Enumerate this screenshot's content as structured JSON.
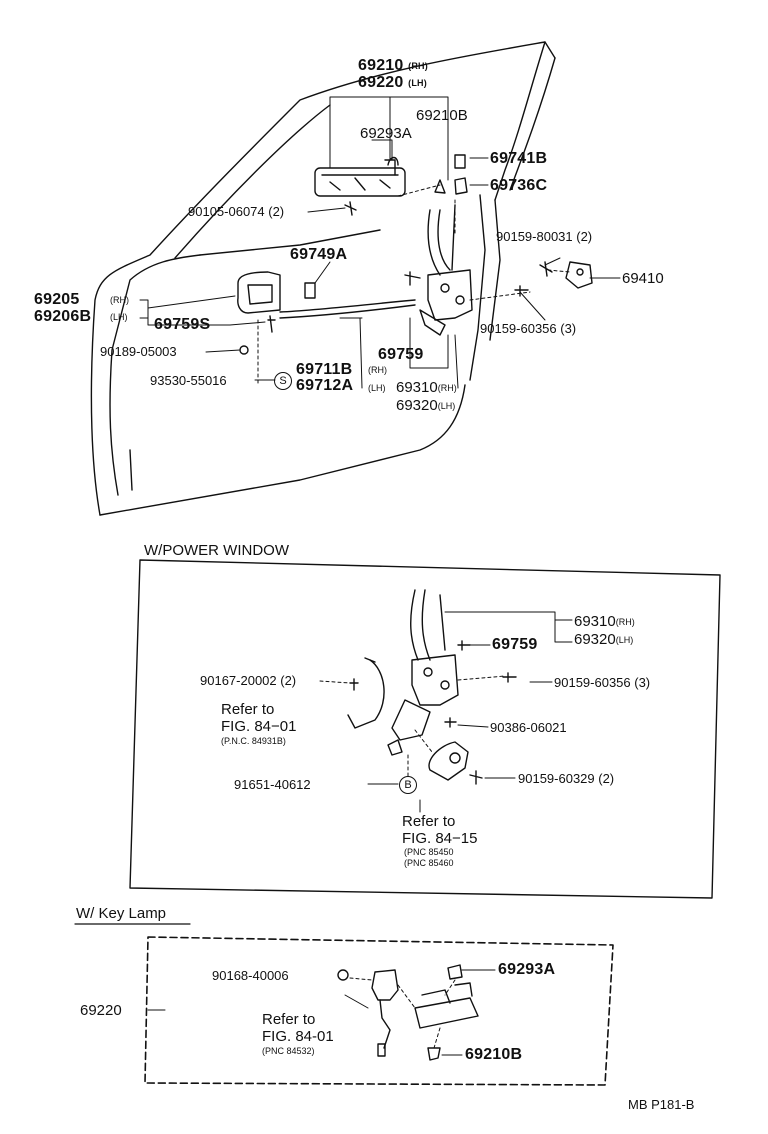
{
  "door": {
    "p69210": "69210",
    "p69210_side": "(RH)",
    "p69220": "69220",
    "p69220_side": "(LH)",
    "p69210b": "69210B",
    "p69293a": "69293A",
    "p69741b": "69741B",
    "p69736c": "69736C",
    "p90105": "90105-06074 (2)",
    "p90159_80031": "90159-80031 (2)",
    "p69749a": "69749A",
    "p69410": "69410",
    "p69205": "69205",
    "p69205_side": "(RH)",
    "p69206b": "69206B",
    "p69206b_side": "(LH)",
    "p69759s": "69759S",
    "p90159_60356": "90159-60356 (3)",
    "p90189": "90189-05003",
    "p69759": "69759",
    "p69711b": "69711B",
    "p69711b_side": "(RH)",
    "p69712a": "69712A",
    "p69712a_side": "(LH)",
    "p93530": "93530-55016",
    "s_marker": "S",
    "p69310": "69310",
    "p69310_side": "(RH)",
    "p69320": "69320",
    "p69320_side": "(LH)"
  },
  "power_window": {
    "title": "W/POWER WINDOW",
    "p69310": "69310",
    "p69310_side": "(RH)",
    "p69320": "69320",
    "p69320_side": "(LH)",
    "p69759": "69759",
    "p90167": "90167-20002 (2)",
    "p90159_60356": "90159-60356 (3)",
    "refer1_a": "Refer to",
    "refer1_b": "FIG. 84−01",
    "refer1_c": "(P.N.C. 84931B)",
    "p90386": "90386-06021",
    "p91651": "91651-40612",
    "b_marker": "B",
    "p90159_60329": "90159-60329 (2)",
    "refer2_a": "Refer to",
    "refer2_b": "FIG. 84−15",
    "refer2_c": "(PNC 85450",
    "refer2_d": "(PNC 85460"
  },
  "key_lamp": {
    "title": "W/ Key Lamp",
    "p69220": "69220",
    "p90168": "90168-40006",
    "p69293a": "69293A",
    "refer_a": "Refer to",
    "refer_b": "FIG. 84-01",
    "refer_c": "(PNC 84532)",
    "p69210b": "69210B"
  },
  "footer": {
    "code": "MB  P181-B"
  }
}
